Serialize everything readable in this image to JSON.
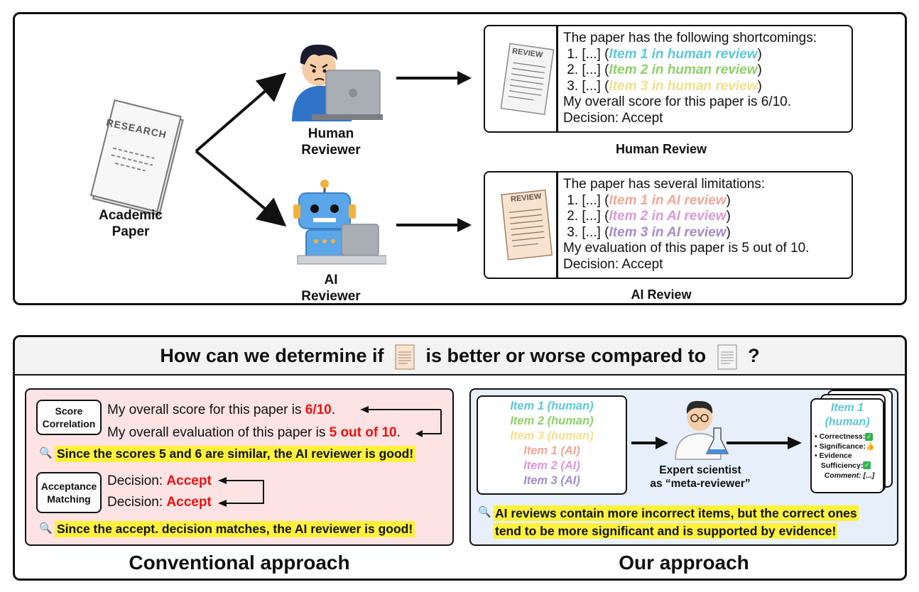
{
  "colors": {
    "item1_human": "#5bc8d8",
    "item2_human": "#8fd06a",
    "item3_human": "#f1e08e",
    "item1_ai": "#f4a79a",
    "item2_ai": "#d99ad8",
    "item3_ai": "#a18ccc",
    "accept_red": "#ee1111",
    "highlight": "#fff23a",
    "conv_bg": "#fde3e3",
    "ours_bg": "#e6effa"
  },
  "top": {
    "paper_doc_title": "RESEARCH",
    "paper_label_1": "Academic",
    "paper_label_2": "Paper",
    "human_reviewer_1": "Human",
    "human_reviewer_2": "Reviewer",
    "ai_reviewer_1": "AI",
    "ai_reviewer_2": "Reviewer",
    "review_doc_title": "REVIEW",
    "human_review": {
      "intro": "The paper has the following shortcomings:",
      "items": [
        {
          "num": "1. [...] (",
          "tag": "Item 1 in human review",
          "close": ")"
        },
        {
          "num": "2. [...] (",
          "tag": "Item 2 in human review",
          "close": ")"
        },
        {
          "num": "3. [...] (",
          "tag": "Item 3 in human review",
          "close": ")"
        }
      ],
      "score": "My overall score for this paper is 6/10.",
      "decision": "Decision: Accept",
      "caption": "Human Review"
    },
    "ai_review": {
      "intro": "The paper has several limitations:",
      "items": [
        {
          "num": "1. [...] (",
          "tag": "Item 1 in AI review",
          "close": ")"
        },
        {
          "num": "2. [...] (",
          "tag": "Item 2 in AI review",
          "close": ")"
        },
        {
          "num": "3. [...] (",
          "tag": "Item 3 in AI review",
          "close": ")"
        }
      ],
      "score": "My evaluation of this paper is 5 out of 10.",
      "decision": "Decision: Accept",
      "caption": "AI Review"
    }
  },
  "question": {
    "part1": "How can we determine if",
    "part2": "is better or worse compared to",
    "part3": "?"
  },
  "conventional": {
    "score_tag_1": "Score",
    "score_tag_2": "Correlation",
    "line1_pre": "My overall score for this paper is ",
    "line1_val": "6/10",
    "line1_post": ".",
    "line2_pre": "My overall evaluation of this paper is ",
    "line2_val": "5 out of 10",
    "line2_post": ".",
    "score_conclusion": "Since the scores 5 and 6 are similar, the AI reviewer is good!",
    "accept_tag_1": "Acceptance",
    "accept_tag_2": "Matching",
    "decision_pre": "Decision: ",
    "decision_val": "Accept",
    "accept_conclusion": "Since the accept. decision matches, the AI reviewer is good!",
    "caption": "Conventional approach"
  },
  "ours": {
    "items": [
      "Item 1 (human)",
      "Item 2 (human)",
      "Item 3 (human)",
      "Item 1 (AI)",
      "Item 2 (AI)",
      "Item 3 (AI)"
    ],
    "scientist_1": "Expert scientist",
    "scientist_2": "as “meta-reviewer”",
    "card_title_1": "Item 1",
    "card_title_2": "(human)",
    "criteria": [
      "Correctness:",
      "Significance:",
      "Evidence",
      "Sufficiency:"
    ],
    "comment": "Comment: [...]",
    "conclusion_1": "AI reviews contain more incorrect items, but the correct ones",
    "conclusion_2": "tend to be more significant and is supported by evidence!",
    "caption": "Our approach"
  }
}
